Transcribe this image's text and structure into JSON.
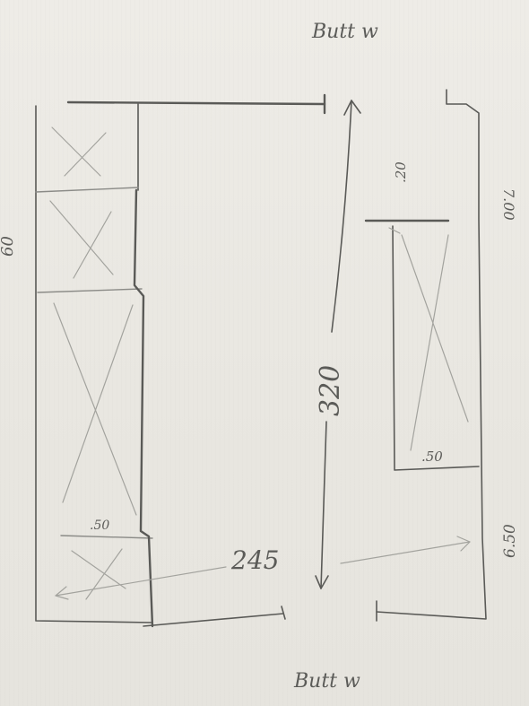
{
  "labels": {
    "top_title": "Butt w",
    "bottom_title": "Butt w",
    "height_left": "60",
    "height_center": "320",
    "width_bottom": "245",
    "right_top": "7.00",
    "right_bottom": "6.50",
    "inner_top": ".20",
    "inner_bottom": ".50",
    "left_small": ".50"
  }
}
